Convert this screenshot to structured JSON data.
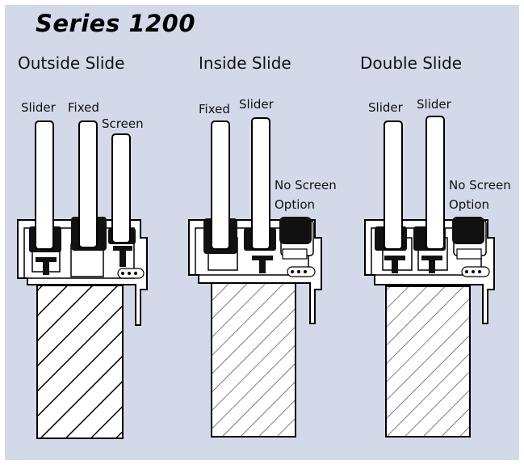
{
  "title": "Series 1200",
  "sections": [
    {
      "heading": "Outside Slide",
      "labels": [
        "Slider",
        "Fixed",
        "Screen"
      ]
    },
    {
      "heading": "Inside Slide",
      "labels": [
        "Fixed",
        "Slider"
      ],
      "note": [
        "No Screen",
        "Option"
      ]
    },
    {
      "heading": "Double Slide",
      "labels": [
        "Slider",
        "Slider"
      ],
      "note": [
        "No Screen",
        "Option"
      ]
    }
  ],
  "colors": {
    "background": "#d4d9ea",
    "frame": "#ffffff",
    "outline": "#000000"
  }
}
